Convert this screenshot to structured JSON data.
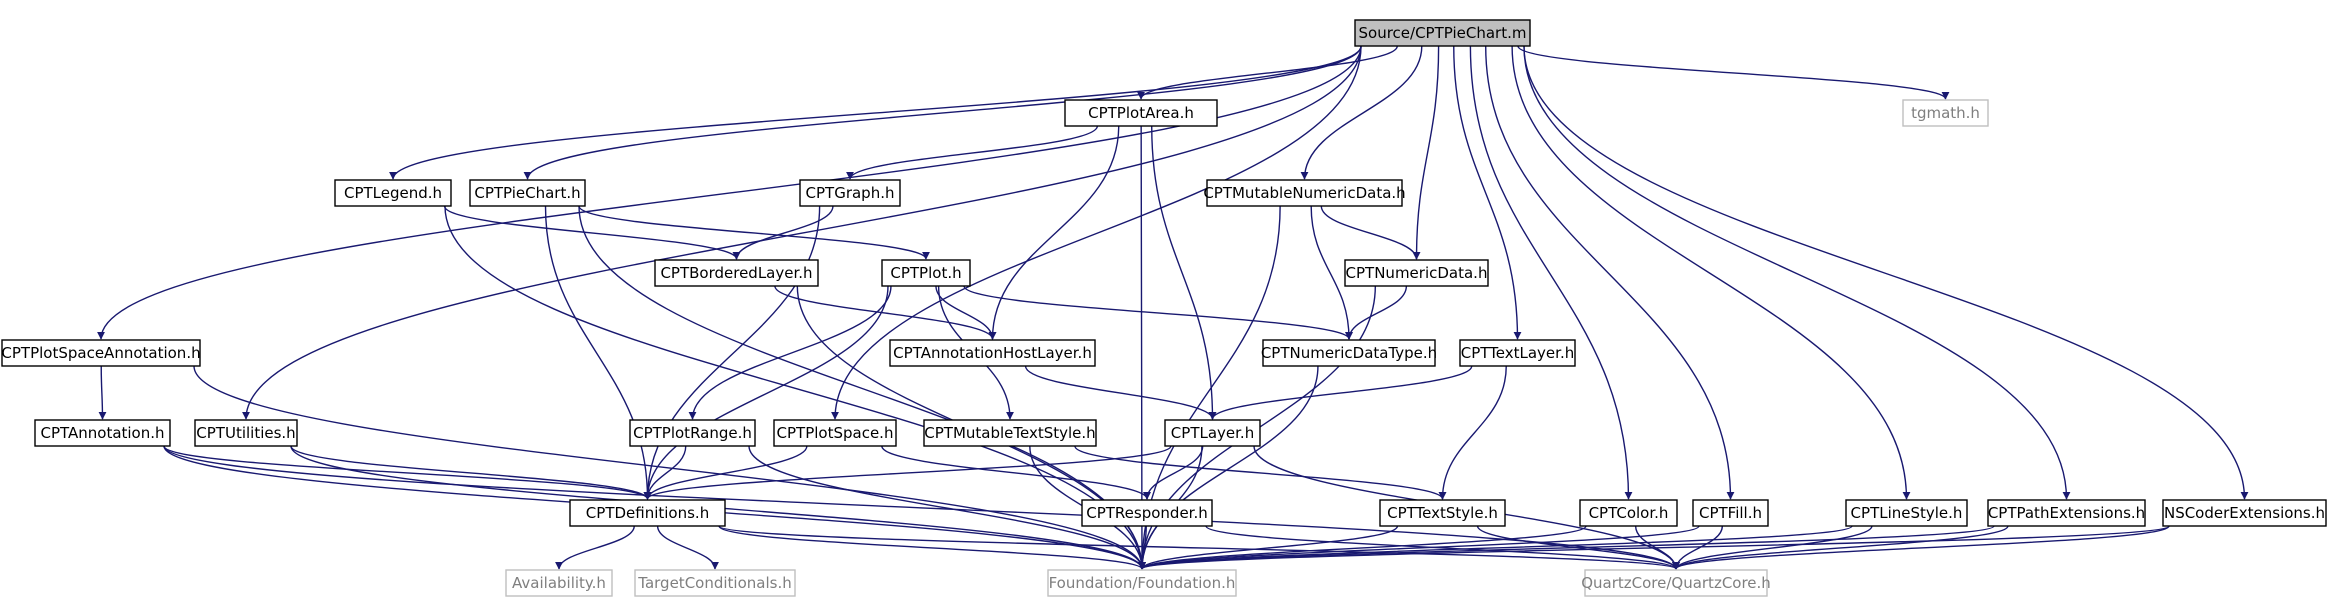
{
  "colors": {
    "edge": "#191970",
    "node_border": "#000000",
    "external_border": "#bfbfbf",
    "external_text": "#7f7f7f",
    "root_fill": "#bfbfbf",
    "text": "#000000"
  },
  "nodes": [
    {
      "id": "root",
      "label": "Source/CPTPieChart.m",
      "kind": "root"
    },
    {
      "id": "tgmath",
      "label": "tgmath.h",
      "kind": "external"
    },
    {
      "id": "plotarea",
      "label": "CPTPlotArea.h",
      "kind": "normal"
    },
    {
      "id": "legend",
      "label": "CPTLegend.h",
      "kind": "normal"
    },
    {
      "id": "piechart",
      "label": "CPTPieChart.h",
      "kind": "normal"
    },
    {
      "id": "graph",
      "label": "CPTGraph.h",
      "kind": "normal"
    },
    {
      "id": "mutnumdata",
      "label": "CPTMutableNumericData.h",
      "kind": "normal"
    },
    {
      "id": "bordered",
      "label": "CPTBorderedLayer.h",
      "kind": "normal"
    },
    {
      "id": "plot",
      "label": "CPTPlot.h",
      "kind": "normal"
    },
    {
      "id": "numdata",
      "label": "CPTNumericData.h",
      "kind": "normal"
    },
    {
      "id": "plotspaceann",
      "label": "CPTPlotSpaceAnnotation.h",
      "kind": "normal"
    },
    {
      "id": "annhost",
      "label": "CPTAnnotationHostLayer.h",
      "kind": "normal"
    },
    {
      "id": "numtype",
      "label": "CPTNumericDataType.h",
      "kind": "normal"
    },
    {
      "id": "textlayer",
      "label": "CPTTextLayer.h",
      "kind": "normal"
    },
    {
      "id": "annotation",
      "label": "CPTAnnotation.h",
      "kind": "normal"
    },
    {
      "id": "utilities",
      "label": "CPTUtilities.h",
      "kind": "normal"
    },
    {
      "id": "plotrange",
      "label": "CPTPlotRange.h",
      "kind": "normal"
    },
    {
      "id": "plotspace",
      "label": "CPTPlotSpace.h",
      "kind": "normal"
    },
    {
      "id": "muttextstyle",
      "label": "CPTMutableTextStyle.h",
      "kind": "normal"
    },
    {
      "id": "layer",
      "label": "CPTLayer.h",
      "kind": "normal"
    },
    {
      "id": "definitions",
      "label": "CPTDefinitions.h",
      "kind": "normal"
    },
    {
      "id": "responder",
      "label": "CPTResponder.h",
      "kind": "normal"
    },
    {
      "id": "textstyle",
      "label": "CPTTextStyle.h",
      "kind": "normal"
    },
    {
      "id": "color",
      "label": "CPTColor.h",
      "kind": "normal"
    },
    {
      "id": "fill",
      "label": "CPTFill.h",
      "kind": "normal"
    },
    {
      "id": "linestyle",
      "label": "CPTLineStyle.h",
      "kind": "normal"
    },
    {
      "id": "pathext",
      "label": "CPTPathExtensions.h",
      "kind": "normal"
    },
    {
      "id": "nscoder",
      "label": "NSCoderExtensions.h",
      "kind": "normal"
    },
    {
      "id": "availability",
      "label": "Availability.h",
      "kind": "external"
    },
    {
      "id": "targetcond",
      "label": "TargetConditionals.h",
      "kind": "external"
    },
    {
      "id": "foundation",
      "label": "Foundation/Foundation.h",
      "kind": "external"
    },
    {
      "id": "quartz",
      "label": "QuartzCore/QuartzCore.h",
      "kind": "external"
    }
  ],
  "edges": [
    [
      "root",
      "tgmath"
    ],
    [
      "root",
      "plotarea"
    ],
    [
      "root",
      "legend"
    ],
    [
      "root",
      "piechart"
    ],
    [
      "root",
      "mutnumdata"
    ],
    [
      "root",
      "numdata"
    ],
    [
      "root",
      "plotspaceann"
    ],
    [
      "root",
      "textlayer"
    ],
    [
      "root",
      "utilities"
    ],
    [
      "root",
      "plotspace"
    ],
    [
      "root",
      "color"
    ],
    [
      "root",
      "fill"
    ],
    [
      "root",
      "linestyle"
    ],
    [
      "root",
      "pathext"
    ],
    [
      "root",
      "nscoder"
    ],
    [
      "plotarea",
      "graph"
    ],
    [
      "plotarea",
      "annhost"
    ],
    [
      "plotarea",
      "layer"
    ],
    [
      "plotarea",
      "foundation"
    ],
    [
      "legend",
      "bordered"
    ],
    [
      "legend",
      "foundation"
    ],
    [
      "piechart",
      "plot"
    ],
    [
      "piechart",
      "definitions"
    ],
    [
      "piechart",
      "foundation"
    ],
    [
      "graph",
      "bordered"
    ],
    [
      "graph",
      "definitions"
    ],
    [
      "mutnumdata",
      "numdata"
    ],
    [
      "mutnumdata",
      "numtype"
    ],
    [
      "mutnumdata",
      "foundation"
    ],
    [
      "bordered",
      "annhost"
    ],
    [
      "bordered",
      "foundation"
    ],
    [
      "plot",
      "annhost"
    ],
    [
      "plot",
      "numtype"
    ],
    [
      "plot",
      "plotrange"
    ],
    [
      "plot",
      "muttextstyle"
    ],
    [
      "plot",
      "definitions"
    ],
    [
      "numdata",
      "numtype"
    ],
    [
      "numdata",
      "foundation"
    ],
    [
      "plotspaceann",
      "annotation"
    ],
    [
      "plotspaceann",
      "foundation"
    ],
    [
      "annhost",
      "layer"
    ],
    [
      "numtype",
      "foundation"
    ],
    [
      "textlayer",
      "layer"
    ],
    [
      "textlayer",
      "textstyle"
    ],
    [
      "annotation",
      "definitions"
    ],
    [
      "annotation",
      "foundation"
    ],
    [
      "annotation",
      "quartz"
    ],
    [
      "utilities",
      "definitions"
    ],
    [
      "utilities",
      "foundation"
    ],
    [
      "plotrange",
      "definitions"
    ],
    [
      "plotrange",
      "foundation"
    ],
    [
      "plotspace",
      "definitions"
    ],
    [
      "plotspace",
      "responder"
    ],
    [
      "muttextstyle",
      "textstyle"
    ],
    [
      "muttextstyle",
      "foundation"
    ],
    [
      "layer",
      "definitions"
    ],
    [
      "layer",
      "responder"
    ],
    [
      "layer",
      "foundation"
    ],
    [
      "layer",
      "quartz"
    ],
    [
      "definitions",
      "availability"
    ],
    [
      "definitions",
      "targetcond"
    ],
    [
      "definitions",
      "foundation"
    ],
    [
      "definitions",
      "quartz"
    ],
    [
      "responder",
      "foundation"
    ],
    [
      "responder",
      "quartz"
    ],
    [
      "textstyle",
      "foundation"
    ],
    [
      "textstyle",
      "quartz"
    ],
    [
      "color",
      "foundation"
    ],
    [
      "color",
      "quartz"
    ],
    [
      "fill",
      "foundation"
    ],
    [
      "fill",
      "quartz"
    ],
    [
      "linestyle",
      "foundation"
    ],
    [
      "linestyle",
      "quartz"
    ],
    [
      "pathext",
      "foundation"
    ],
    [
      "pathext",
      "quartz"
    ],
    [
      "nscoder",
      "foundation"
    ],
    [
      "nscoder",
      "quartz"
    ]
  ]
}
